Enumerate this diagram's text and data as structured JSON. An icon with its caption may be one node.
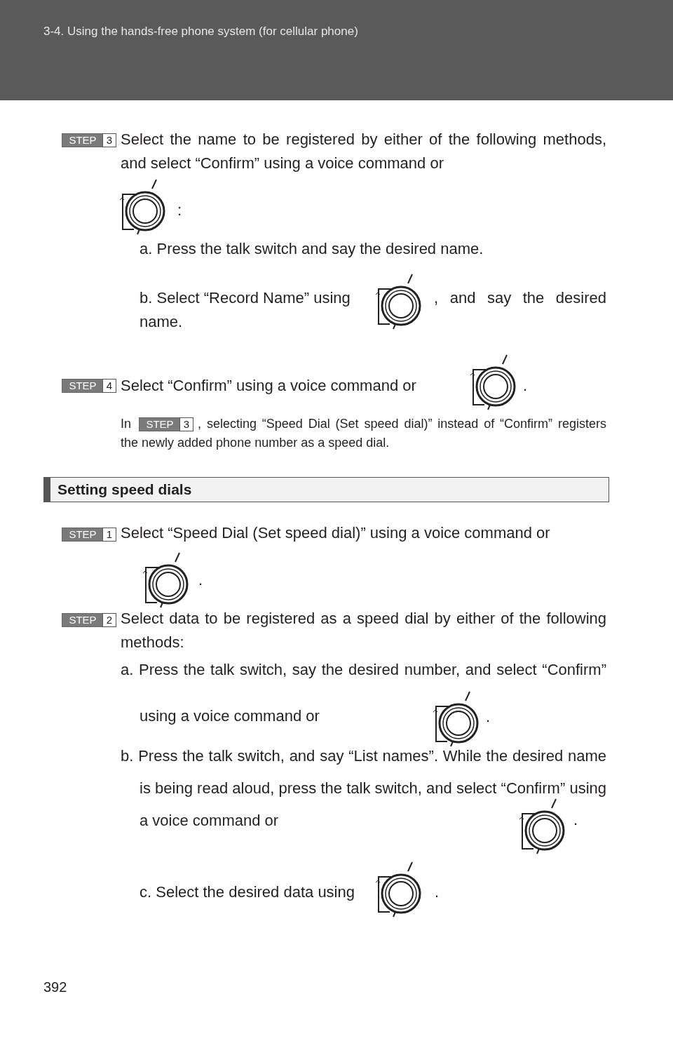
{
  "diagram": {
    "labels": [
      "3-4. Using the hands-free phone system (for cellular phone)",
      "STEP",
      "3",
      "Select the name to be registered by either of the following methods, and select “Confirm” using a voice command or",
      ":",
      "a. Press the talk switch and say the desired name.",
      "b. Select “Record Name” using",
      ", and say the desired name.",
      "STEP",
      "4",
      "Select “Confirm” using a voice command or",
      ".",
      "In",
      "STEP",
      "3",
      ", selecting “Speed Dial (Set speed dial)” instead of “Confirm” registers the newly added phone number as a speed dial.",
      "Setting speed dials",
      "STEP",
      "1",
      "Select “Speed Dial (Set speed dial)” using a voice command or",
      ".",
      "STEP",
      "2",
      "Select data to be registered as a speed dial by either of the following methods:",
      "a. Press the talk switch, say the desired number, and select “Confirm” using a voice command or",
      ".",
      "b. Press the talk switch, and say “List names”. While the desired name is being read aloud, press the talk switch, and select “Confirm” using a voice command or",
      ".",
      "c. Select the desired data using",
      ".",
      "392"
    ]
  }
}
